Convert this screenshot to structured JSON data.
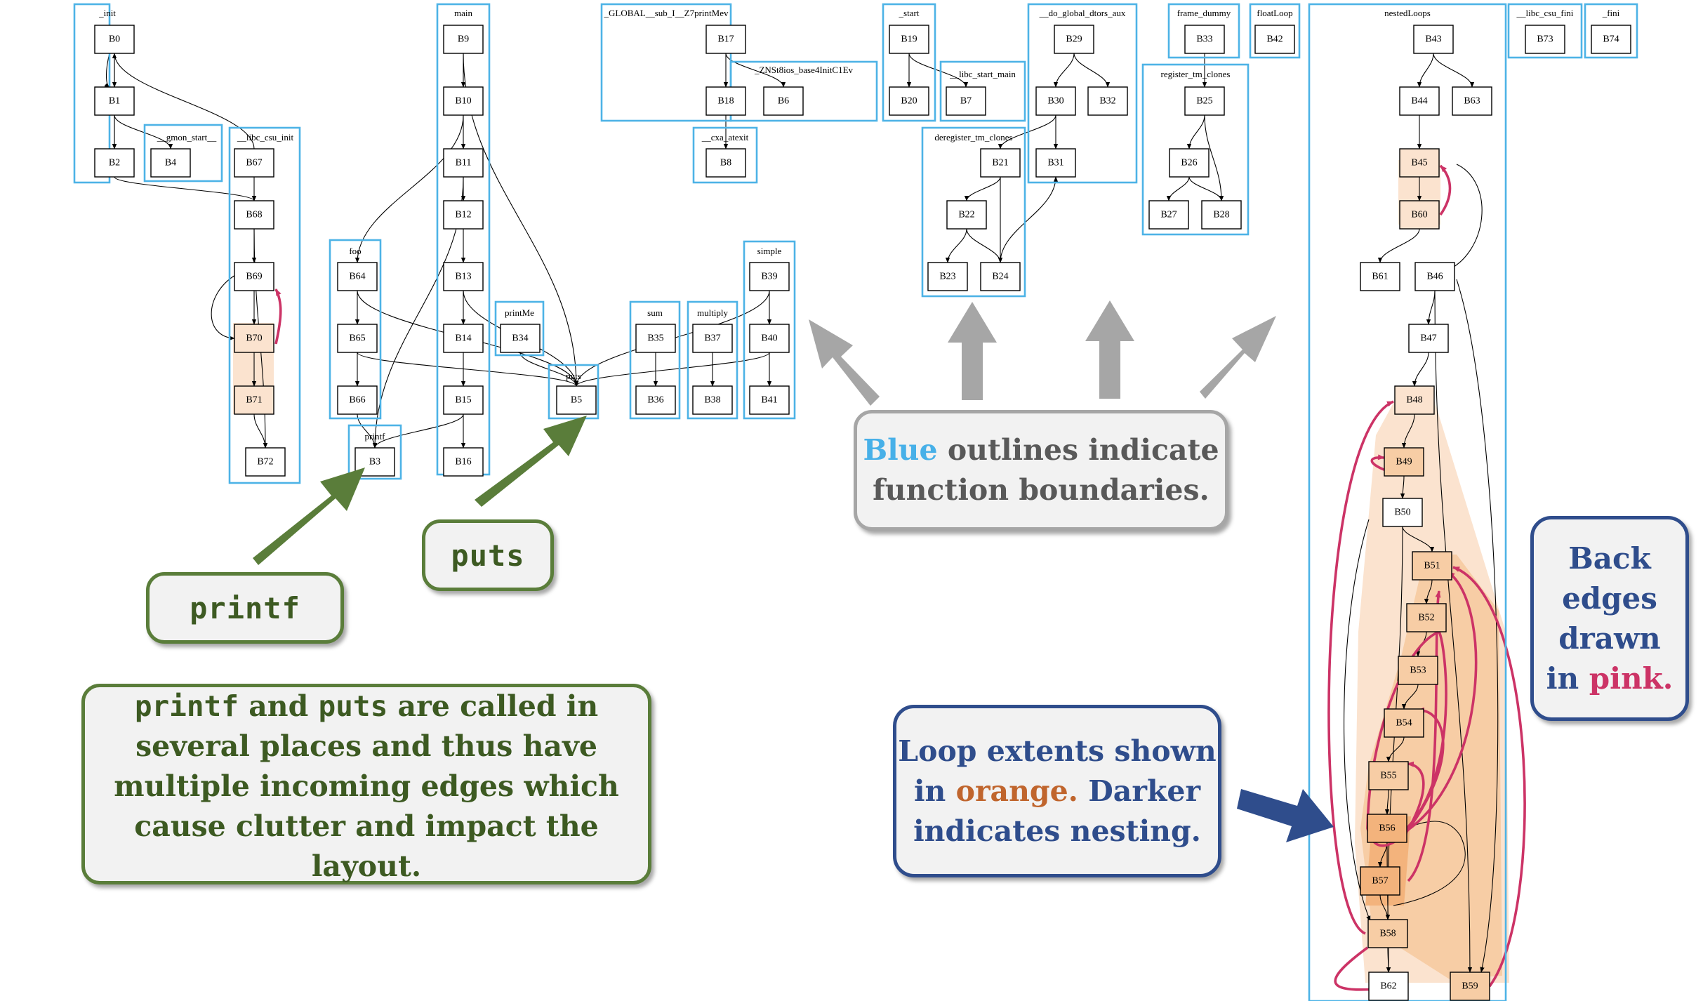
{
  "functions": [
    {
      "name": "_init"
    },
    {
      "name": "__gmon_start__"
    },
    {
      "name": "__libc_csu_init"
    },
    {
      "name": "main"
    },
    {
      "name": "foo"
    },
    {
      "name": "printf"
    },
    {
      "name": "printMe"
    },
    {
      "name": "puts"
    },
    {
      "name": "sum"
    },
    {
      "name": "multiply"
    },
    {
      "name": "simple"
    },
    {
      "name": "_GLOBAL__sub_I__Z7printMev"
    },
    {
      "name": "_ZNSt8ios_base4InitC1Ev"
    },
    {
      "name": "__cxa_atexit"
    },
    {
      "name": "_start"
    },
    {
      "name": "__libc_start_main"
    },
    {
      "name": "__do_global_dtors_aux"
    },
    {
      "name": "deregister_tm_clones"
    },
    {
      "name": "frame_dummy"
    },
    {
      "name": "register_tm_clones"
    },
    {
      "name": "floatLoop"
    },
    {
      "name": "nestedLoops"
    },
    {
      "name": "__libc_csu_fini"
    },
    {
      "name": "_fini"
    }
  ],
  "blocks": [
    "B0",
    "B1",
    "B2",
    "B3",
    "B4",
    "B5",
    "B6",
    "B7",
    "B8",
    "B9",
    "B10",
    "B11",
    "B12",
    "B13",
    "B14",
    "B15",
    "B16",
    "B17",
    "B18",
    "B19",
    "B20",
    "B21",
    "B22",
    "B23",
    "B24",
    "B25",
    "B26",
    "B27",
    "B28",
    "B29",
    "B30",
    "B31",
    "B32",
    "B33",
    "B34",
    "B35",
    "B36",
    "B37",
    "B38",
    "B39",
    "B40",
    "B41",
    "B42",
    "B43",
    "B44",
    "B45",
    "B46",
    "B47",
    "B48",
    "B49",
    "B50",
    "B51",
    "B52",
    "B53",
    "B54",
    "B55",
    "B56",
    "B57",
    "B58",
    "B59",
    "B60",
    "B61",
    "B62",
    "B63",
    "B64",
    "B65",
    "B66",
    "B67",
    "B68",
    "B69",
    "B70",
    "B71",
    "B72",
    "B73",
    "B74"
  ],
  "colors": {
    "function_outline": "#4db3e6",
    "back_edge": "#cc3366",
    "loop_light": "#fbe3cf",
    "loop_mid": "#f7cda5",
    "loop_dark": "#f3b37c",
    "green": "#5a7d3a",
    "navy": "#2f4d8c",
    "gray": "#a6a6a6"
  },
  "callouts": {
    "printf_label": "printf",
    "puts_label": "puts",
    "clutter": {
      "code1": "printf",
      "w1": " and ",
      "code2": "puts",
      "w2": " are called in",
      "line2": "several places and thus have",
      "line3": "multiple incoming edges which",
      "line4": "cause clutter and impact the layout."
    },
    "blue": {
      "word": "Blue",
      "rest": " outlines indicate",
      "line2": "function boundaries."
    },
    "loop": {
      "line1": "Loop extents shown",
      "pre": "in ",
      "word": "orange.",
      "post": " Darker",
      "line3": "indicates nesting."
    },
    "back": {
      "line1": "Back",
      "line2": "edges",
      "line3": "drawn",
      "pre": "in ",
      "word": "pink."
    }
  }
}
